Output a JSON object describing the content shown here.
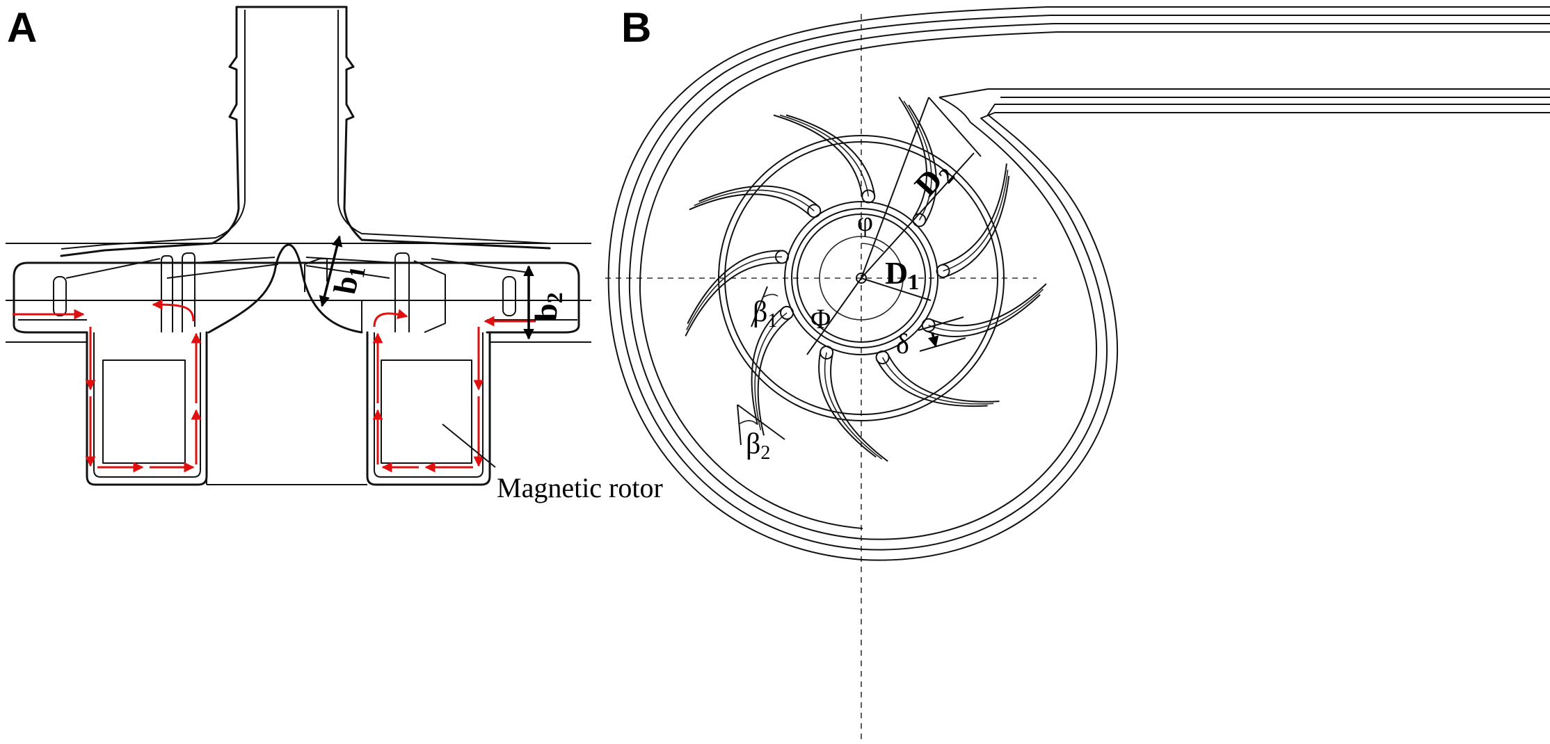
{
  "panels": {
    "a": {
      "label": "A"
    },
    "b": {
      "label": "B"
    }
  },
  "annotations": {
    "b1": {
      "base": "b",
      "sub": "1"
    },
    "b2": {
      "base": "b",
      "sub": "2"
    },
    "magnetic_rotor": "Magnetic rotor",
    "D2": {
      "base": "D",
      "sub": "2"
    },
    "D1": {
      "base": "D",
      "sub": "1"
    },
    "phi_small": "φ",
    "phi_big": "Φ",
    "beta1": {
      "base": "β",
      "sub": "1"
    },
    "beta2": {
      "base": "β",
      "sub": "2"
    },
    "delta": "δ"
  },
  "colors": {
    "line": "#111111",
    "flow_arrow": "#e01010",
    "background": "#ffffff"
  }
}
